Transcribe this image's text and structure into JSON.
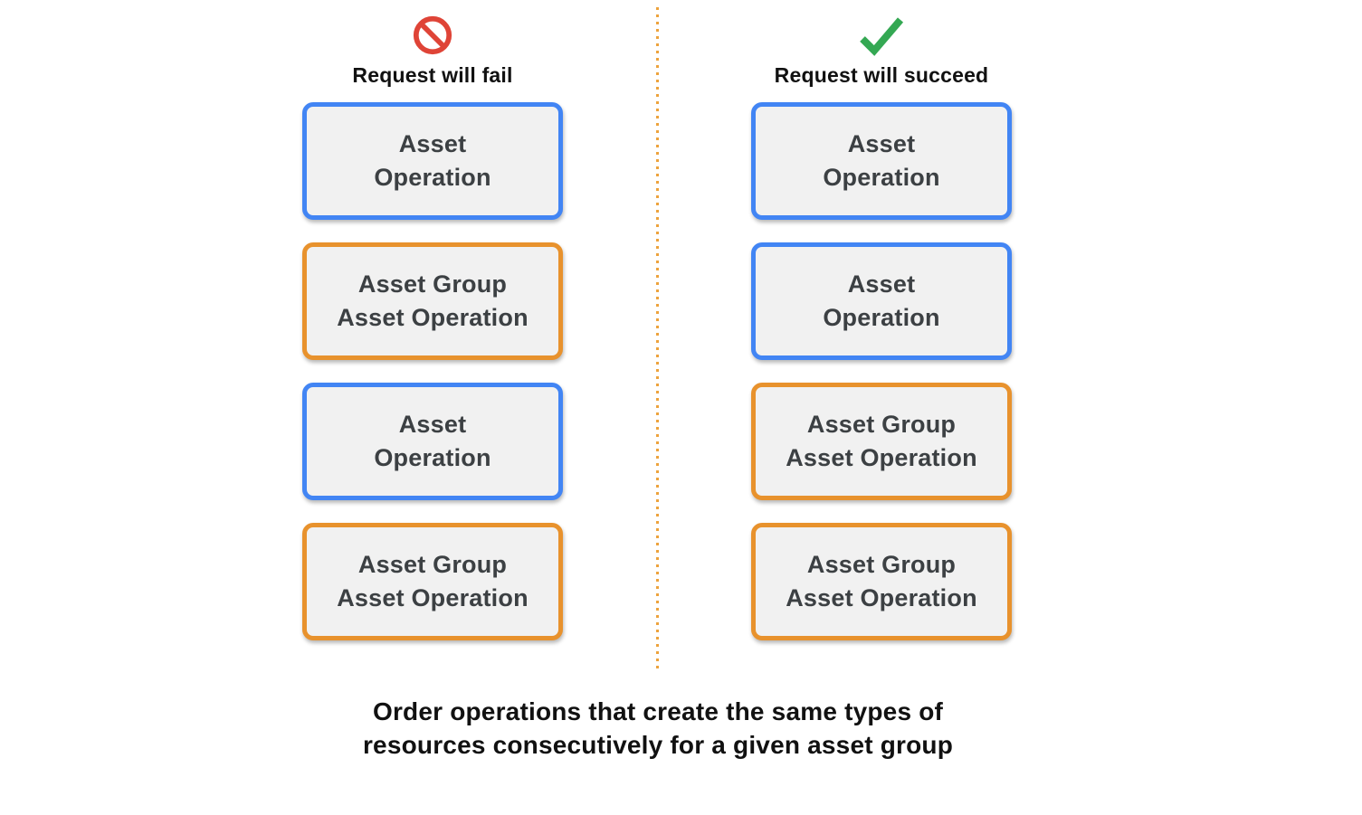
{
  "colors": {
    "blue": "#4285F4",
    "orange": "#E8922D",
    "box_fill": "#F1F1F1",
    "box_text": "#3C4043",
    "divider": "#EDA33D",
    "fail_icon": "#DF4437",
    "success_icon": "#34A853",
    "heading_text": "#111111"
  },
  "columns": [
    {
      "id": "fail",
      "icon": "prohibition-icon",
      "title": "Request will fail",
      "boxes": [
        {
          "color": "blue",
          "label": "Asset\nOperation"
        },
        {
          "color": "orange",
          "label": "Asset Group\nAsset Operation"
        },
        {
          "color": "blue",
          "label": "Asset\nOperation"
        },
        {
          "color": "orange",
          "label": "Asset Group\nAsset Operation"
        }
      ]
    },
    {
      "id": "succeed",
      "icon": "checkmark-icon",
      "title": "Request will succeed",
      "boxes": [
        {
          "color": "blue",
          "label": "Asset\nOperation"
        },
        {
          "color": "blue",
          "label": "Asset\nOperation"
        },
        {
          "color": "orange",
          "label": "Asset Group\nAsset Operation"
        },
        {
          "color": "orange",
          "label": "Asset Group\nAsset Operation"
        }
      ]
    }
  ],
  "caption": "Order operations that create the same types of\nresources consecutively for a given asset group"
}
